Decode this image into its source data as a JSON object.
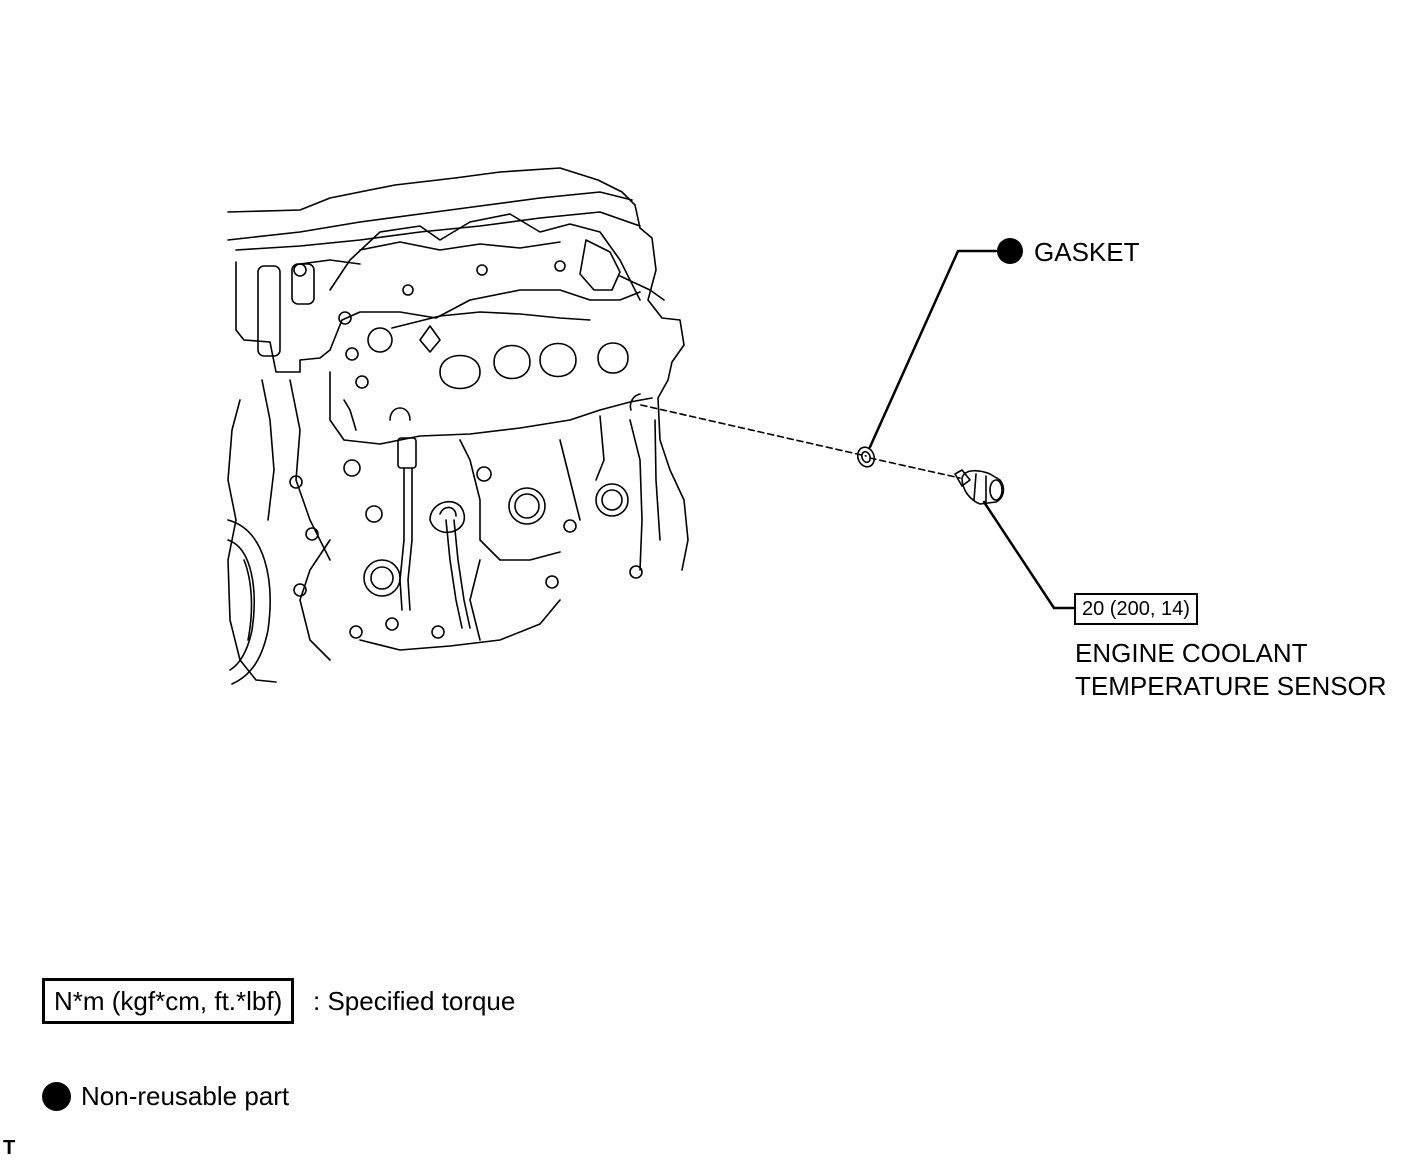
{
  "callouts": {
    "gasket": {
      "text": "GASKET",
      "marker": "non-reusable-dot"
    },
    "sensor": {
      "torque": "20 (200, 14)",
      "line1": "ENGINE COOLANT",
      "line2": "TEMPERATURE SENSOR"
    }
  },
  "legend": {
    "torque_box": "N*m (kgf*cm, ft.*lbf)",
    "torque_desc": ": Specified torque",
    "nonreusable_desc": "Non-reusable part",
    "nonreusable_marker": "filled-circle-icon"
  },
  "corner_code": "T"
}
